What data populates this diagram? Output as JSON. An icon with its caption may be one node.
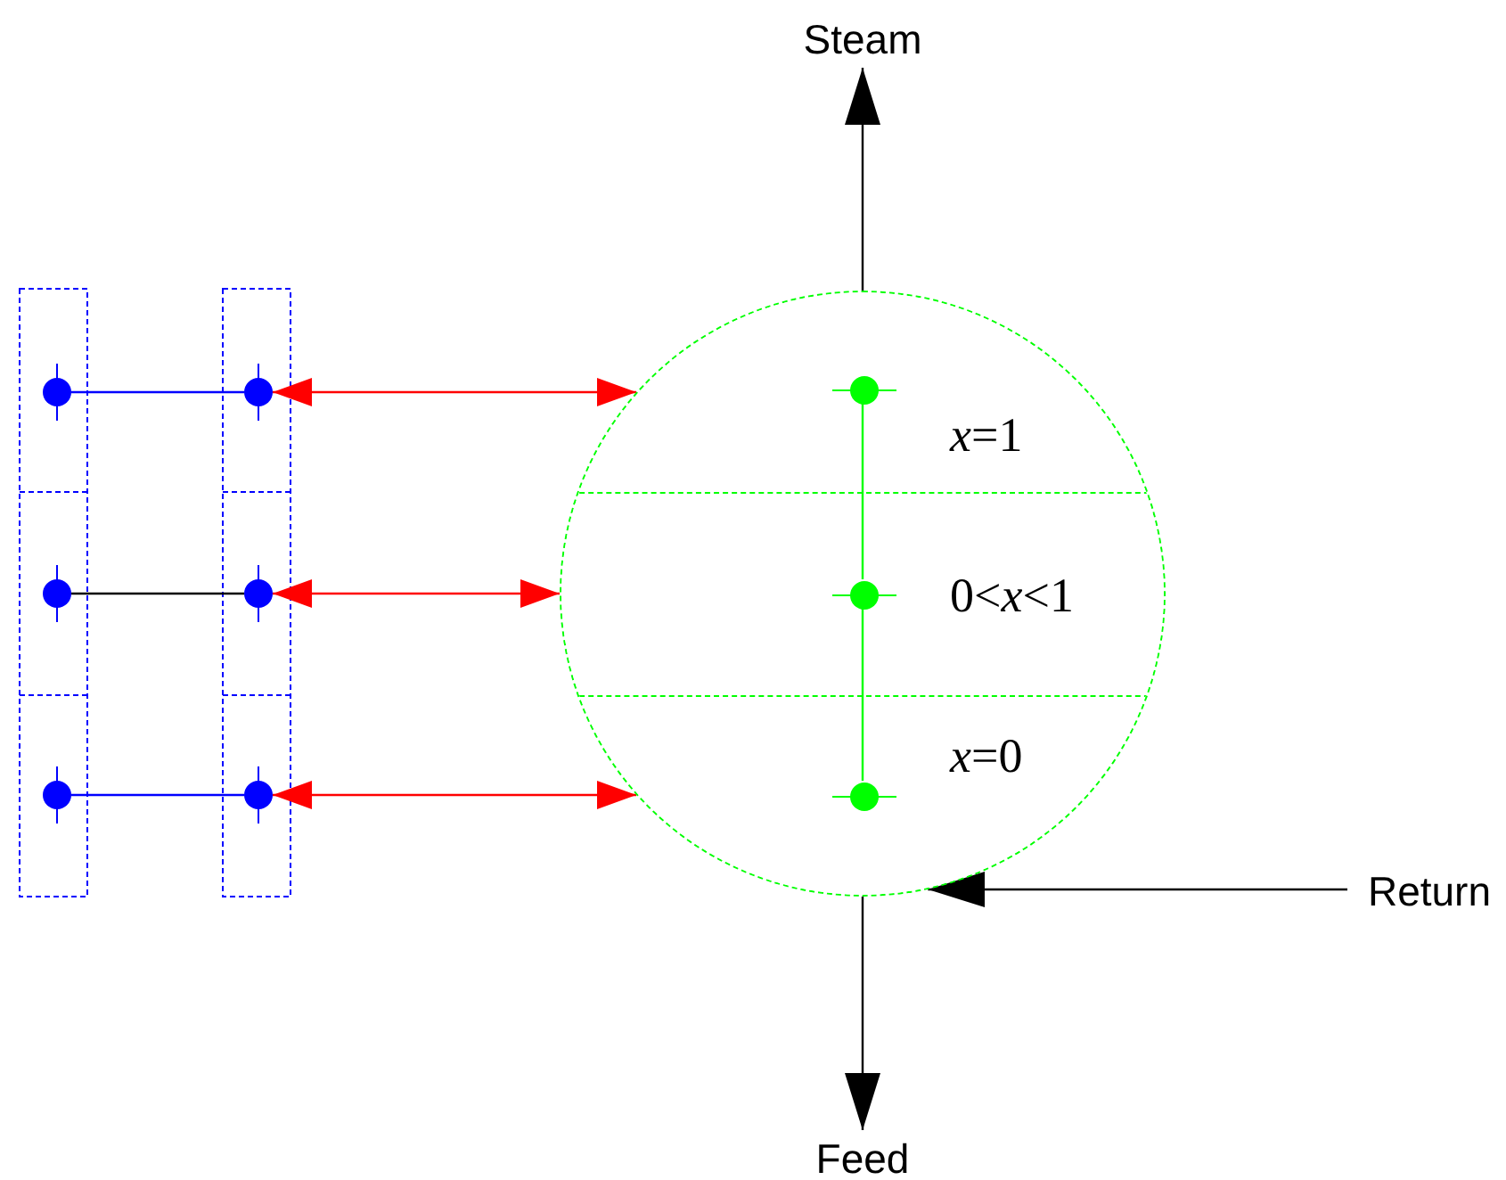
{
  "diagram": {
    "nodes": [
      {
        "text": [
          "Steam"
        ]
      },
      {
        "text": [],
        "shape": "circle"
      },
      {
        "text": [
          "*x*=1"
        ],
        "in": 1
      },
      {
        "text": [],
        "shape": "circle",
        "in": 2
      },
      {
        "text": [
          "0<*x*<1"
        ],
        "in": 1
      },
      {
        "text": [],
        "shape": "circle",
        "in": 4
      },
      {
        "text": [
          "*x*=0"
        ],
        "in": 1
      },
      {
        "text": [],
        "shape": "circle",
        "in": 6
      },
      {
        "text": [],
        "shape": "circle"
      },
      {
        "text": [],
        "shape": "circle"
      },
      {
        "text": [],
        "shape": "circle"
      },
      {
        "text": [],
        "shape": "circle"
      },
      {
        "text": [],
        "shape": "circle"
      },
      {
        "text": [],
        "shape": "circle"
      },
      {
        "text": [
          "Return"
        ]
      },
      {
        "text": [
          "Feed"
        ]
      }
    ],
    "edges": [
      {
        "from": 1,
        "to": 0,
        "arrow": "to"
      },
      {
        "from": 1,
        "to": 15,
        "arrow": "to"
      },
      {
        "from": 14,
        "to": 1,
        "arrow": "to"
      },
      {
        "from": 8,
        "to": 9,
        "arrow": "none",
        "color": "#0000ff"
      },
      {
        "from": 10,
        "to": 11,
        "arrow": "none"
      },
      {
        "from": 12,
        "to": 13,
        "arrow": "none",
        "color": "#0000ff"
      },
      {
        "from": 9,
        "to": 1,
        "arrow": "both",
        "color": "#ff0000"
      },
      {
        "from": 11,
        "to": 1,
        "arrow": "both",
        "color": "#ff0000"
      },
      {
        "from": 13,
        "to": 1,
        "arrow": "both",
        "color": "#ff0000"
      },
      {
        "from": 3,
        "to": 5,
        "arrow": "none",
        "color": "#00ff00"
      },
      {
        "from": 5,
        "to": 7,
        "arrow": "none",
        "color": "#00ff00"
      }
    ]
  }
}
